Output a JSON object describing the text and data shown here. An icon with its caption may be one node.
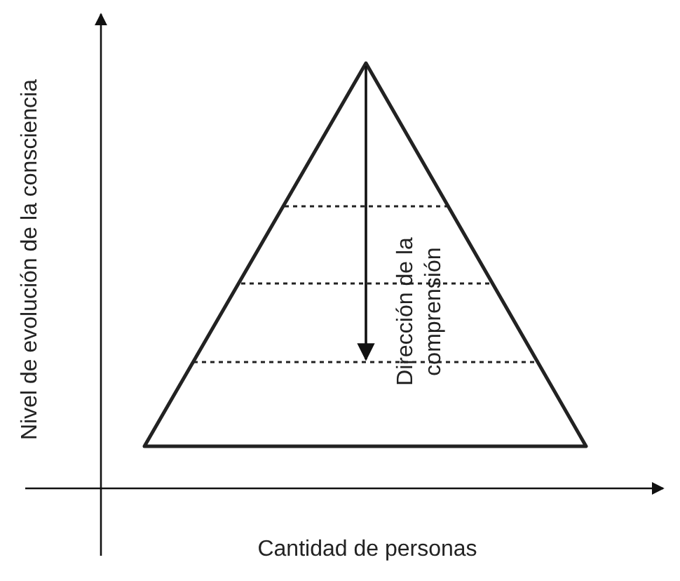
{
  "diagram": {
    "labels": [
      "Nivel de evolución de la consciencia",
      "Dirección de la comprensión",
      "Cantidad de personas"
    ]
  }
}
